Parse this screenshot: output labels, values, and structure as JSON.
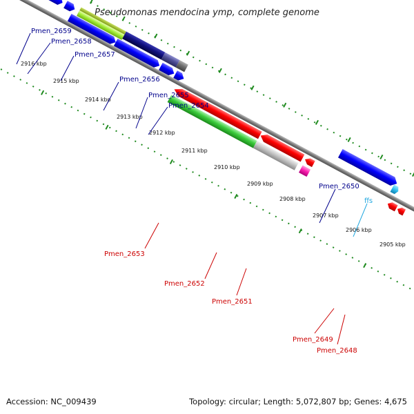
{
  "title": "Pseudomonas mendocina ymp, complete genome",
  "colors": {
    "backbone": "#7a7a7a",
    "tick": "#1e8a1e",
    "top_label": "#00008b",
    "bottom_label": "#cc0000",
    "ffs_label": "#22a8e0"
  },
  "kbp_labels": [
    "2916 kbp",
    "2915 kbp",
    "2914 kbp",
    "2913 kbp",
    "2912 kbp",
    "2911 kbp",
    "2910 kbp",
    "2909 kbp",
    "2908 kbp",
    "2907 kbp",
    "2906 kbp",
    "2905 kbp"
  ],
  "top_genes": [
    "Pmen_2659",
    "Pmen_2658",
    "Pmen_2657",
    "Pmen_2656",
    "Pmen_2655",
    "Pmen_2654",
    "Pmen_2650",
    "ffs"
  ],
  "bottom_genes": [
    "Pmen_2653",
    "Pmen_2652",
    "Pmen_2651",
    "Pmen_2649",
    "Pmen_2648"
  ],
  "footer": {
    "accession": "Accession: NC_009439",
    "topology": "Topology: circular; Length: 5,072,807 bp; Genes: 4,675"
  }
}
